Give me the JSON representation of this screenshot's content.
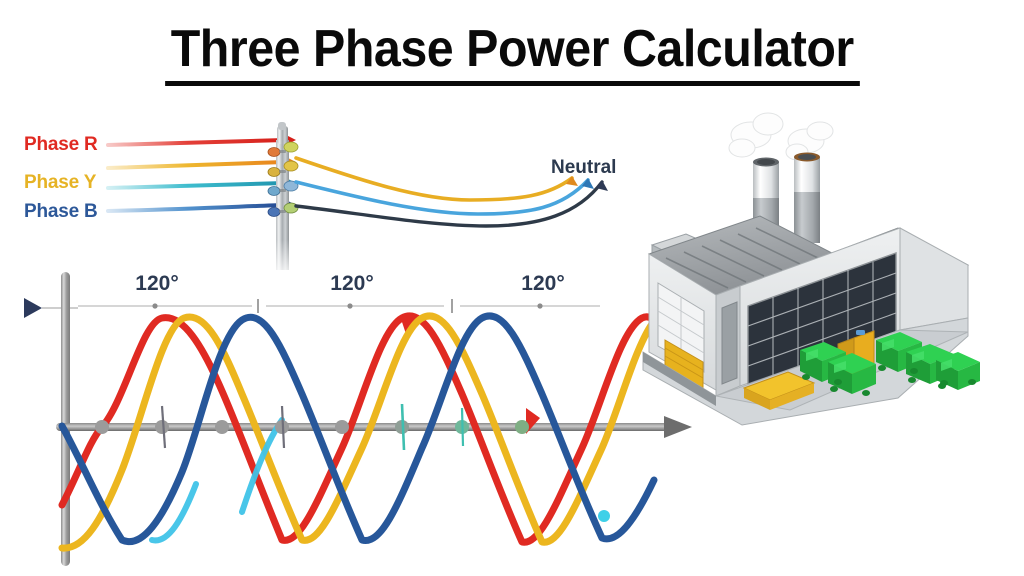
{
  "title": {
    "text": "Three Phase Power Calculator"
  },
  "diagram": {
    "phase_labels": [
      {
        "name": "phase-r",
        "text": "Phase R",
        "color": "#e02a22"
      },
      {
        "name": "phase-y",
        "text": "Phase Y",
        "color": "#e6b325"
      },
      {
        "name": "phase-b",
        "text": "Phase B",
        "color": "#2d5899"
      }
    ],
    "neutral_label": {
      "text": "Neutral",
      "color": "#2c3a4f"
    },
    "angle_labels": [
      {
        "text": "120°"
      },
      {
        "text": "120°"
      },
      {
        "text": "120°"
      }
    ],
    "pole": {
      "name": "utility-pole",
      "color": "#9ea3a6"
    },
    "factory": {
      "name": "factory-building",
      "body_color": "#e3e5e7",
      "roof_color": "#9b9fa3",
      "glass_color": "#2c333c",
      "truck_color": "#22b33f",
      "crate_color": "#e8b319",
      "smoke_color": "#ffffff"
    },
    "axes": {
      "vertical_axis_color": "#9a9a9a",
      "horizontal_axis_color": "#6d6d6d",
      "marker_color": "#2c3a5c",
      "node_color": "#9b9b9b"
    }
  },
  "chart_data": {
    "type": "line",
    "title": "Three phase sinusoidal waveforms",
    "xlabel": "",
    "ylabel": "",
    "x": [
      0,
      15,
      30,
      45,
      60,
      75,
      90,
      105,
      120,
      135,
      150,
      165,
      180,
      195,
      210,
      225,
      240,
      255,
      270,
      285,
      300,
      315,
      330,
      345,
      360,
      375,
      390,
      405,
      420,
      435,
      450,
      465,
      480,
      495,
      510,
      525,
      540,
      555,
      570,
      585,
      600,
      615,
      630,
      645,
      660,
      675,
      690,
      705,
      720
    ],
    "xlim": [
      0,
      720
    ],
    "ylim": [
      -1,
      1
    ],
    "grid": false,
    "legend_position": "top-left",
    "phase_separation_degrees": 120,
    "series": [
      {
        "name": "Phase R",
        "color": "#e02a22",
        "phase_offset_deg": 0,
        "amplitude": 1
      },
      {
        "name": "Phase Y",
        "color": "#ecb61f",
        "phase_offset_deg": -120,
        "amplitude": 1
      },
      {
        "name": "Phase B",
        "color": "#27579a",
        "phase_offset_deg": -240,
        "amplitude": 1
      }
    ],
    "annotations": [
      {
        "text": "120°",
        "x": 120
      },
      {
        "text": "120°",
        "x": 360
      },
      {
        "text": "120°",
        "x": 600
      }
    ]
  }
}
